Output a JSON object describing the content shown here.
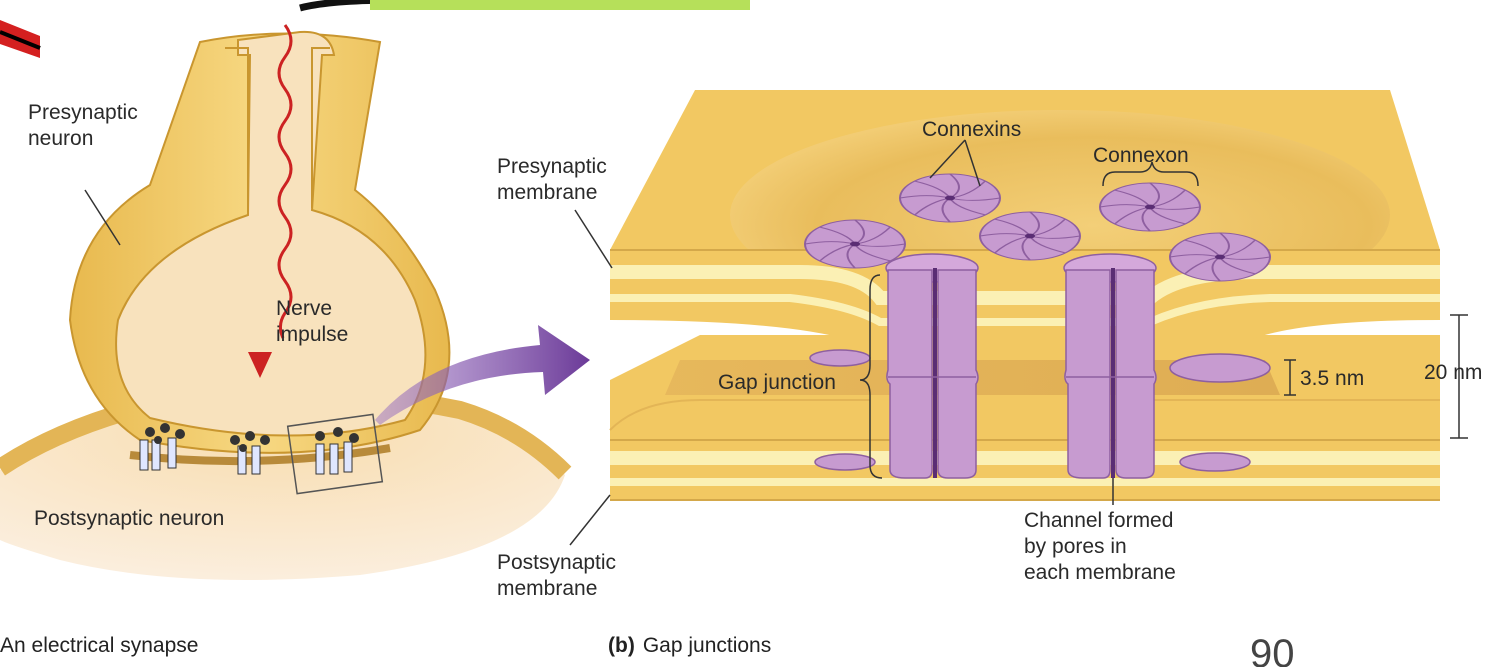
{
  "left_panel": {
    "presynaptic_neuron": [
      "Presynaptic",
      "neuron"
    ],
    "nerve_impulse": [
      "Nerve",
      "impulse"
    ],
    "postsynaptic_neuron": "Postsynaptic neuron",
    "caption": "An electrical synapse"
  },
  "right_panel": {
    "presynaptic_membrane": [
      "Presynaptic",
      "membrane"
    ],
    "postsynaptic_membrane": [
      "Postsynaptic",
      "membrane"
    ],
    "connexins": "Connexins",
    "connexon": "Connexon",
    "gap_junction": "Gap junction",
    "gap_width": "3.5 nm",
    "total_width": "20 nm",
    "channel_label": [
      "Channel formed",
      "by pores in",
      "each membrane"
    ],
    "caption_letter": "(b)",
    "caption_text": "Gap junctions"
  },
  "corner_text": "90",
  "colors": {
    "membrane_yellow": "#f2c862",
    "membrane_light": "#fbf0b4",
    "cytoplasm": "#f8e4c2",
    "connexin_purple": "#c79bd0",
    "arrow_purple": "#6b3a98",
    "impulse_red": "#cc2222"
  }
}
